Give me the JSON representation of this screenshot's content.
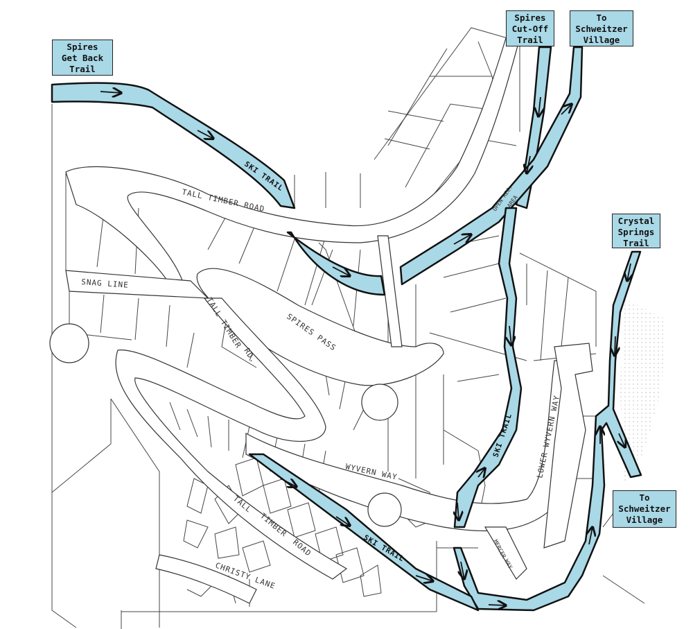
{
  "destinations": {
    "spires_get_back": "Spires\nGet Back\nTrail",
    "spires_cutoff": "Spires\nCut-Off\nTrail",
    "to_schweitzer_top": "To\nSchweitzer\nVillage",
    "crystal_springs": "Crystal\nSprings\nTrail",
    "to_schweitzer_bottom": "To\nSchweitzer\nVillage"
  },
  "roads": {
    "tall_timber_road_upper": "TALL TIMBER ROAD",
    "snag_line": "SNAG LINE",
    "tall_timber_rd": "TALL TIMBER",
    "tall_timber_rd_2": "RD.",
    "spires_pass": "SPIRES PASS",
    "wyvern_way": "WYVERN WAY",
    "lower_wyvern_way": "LOWER WYVERN WAY",
    "tall_timber_road_lower_1": "TALL",
    "tall_timber_road_lower_2": "TIMBER",
    "tall_timber_road_lower_3": "ROAD",
    "christy_lane": "CHRISTY LANE",
    "mercer_way_1": "MERCER",
    "mercer_way_2": "WAY"
  },
  "areas": {
    "open_rec_1": "OPEN REC.",
    "open_rec_2": "AREA"
  },
  "trails": {
    "ski_trail_upper": "SKI TRAIL",
    "ski_trail_middle": "SKI TRAIL",
    "ski_trail_lower": "SKI TRAIL"
  },
  "colors": {
    "trail_fill": "#a9d8e6",
    "outline": "#111111",
    "lot_lines": "#444444",
    "background": "#ffffff"
  }
}
